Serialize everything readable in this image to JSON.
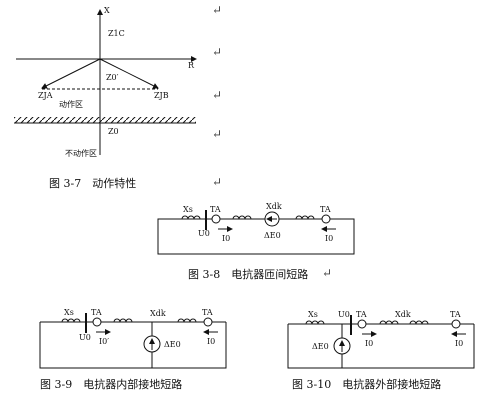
{
  "return_mark": "↵",
  "figure_3_7": {
    "axis_x": "X",
    "axis_r": "R",
    "z_1c": "Z1C",
    "z_0_prime": "Z0′",
    "z_ja": "ZJA",
    "z_jb": "ZJB",
    "z_0": "Z0",
    "operating_zone": "动作区",
    "non_operating_zone": "不动作区",
    "caption": "图 3-7　动作特性"
  },
  "figure_3_8": {
    "xs": "Xs",
    "ta_left": "TA",
    "u0": "U0",
    "i0_left": "I0",
    "xdk": "Xdk",
    "delta_e0": "ΔE0",
    "ta_right": "TA",
    "i0_right": "I0",
    "caption": "图 3-8　电抗器匝间短路"
  },
  "figure_3_9": {
    "xs": "Xs",
    "ta_left": "TA",
    "u0": "U0",
    "i0_prime": "I0′",
    "xdk": "Xdk",
    "delta_e0": "ΔE0",
    "ta_right": "TA",
    "i0": "I0",
    "caption": "图 3-9　电抗器内部接地短路"
  },
  "figure_3_10": {
    "xs": "Xs",
    "u0": "U0",
    "ta_left": "TA",
    "xdk": "Xdk",
    "ta_right": "TA",
    "delta_e0": "ΔE0",
    "i0_left": "I0",
    "i0_right": "I0",
    "caption": "图 3-10　电抗器外部接地短路"
  }
}
